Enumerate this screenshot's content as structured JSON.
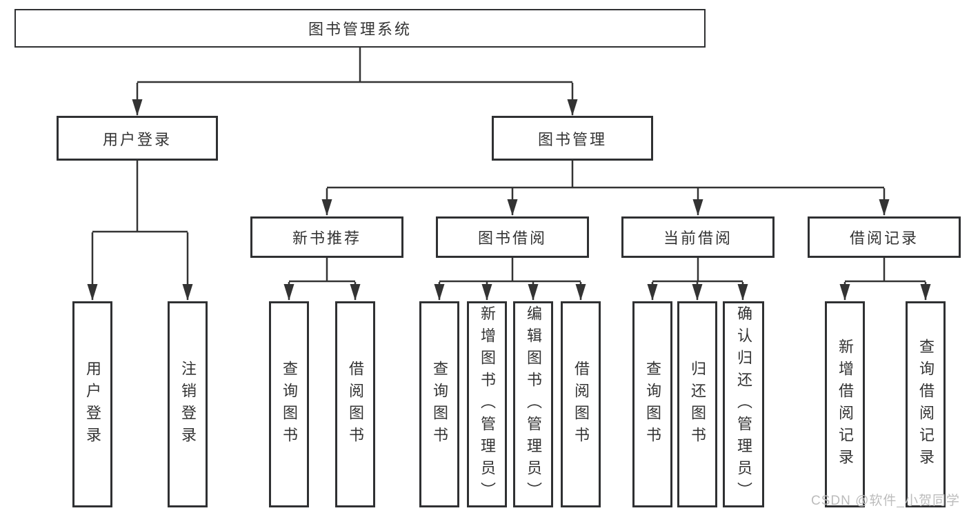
{
  "diagram": {
    "title": "图书管理系统",
    "root": {
      "label": "图书管理系统"
    },
    "level2": [
      {
        "label": "用户登录"
      },
      {
        "label": "图书管理"
      }
    ],
    "level3": [
      {
        "label": "新书推荐",
        "parent": "图书管理"
      },
      {
        "label": "图书借阅",
        "parent": "图书管理"
      },
      {
        "label": "当前借阅",
        "parent": "图书管理"
      },
      {
        "label": "借阅记录",
        "parent": "图书管理"
      }
    ],
    "leaves": [
      {
        "label": "用户登录",
        "parent": "用户登录"
      },
      {
        "label": "注销登录",
        "parent": "用户登录"
      },
      {
        "label": "查询图书",
        "parent": "新书推荐"
      },
      {
        "label": "借阅图书",
        "parent": "新书推荐"
      },
      {
        "label": "查询图书",
        "parent": "图书借阅"
      },
      {
        "label": "新增图书（管理员）",
        "parent": "图书借阅"
      },
      {
        "label": "编辑图书（管理员）",
        "parent": "图书借阅"
      },
      {
        "label": "借阅图书",
        "parent": "图书借阅"
      },
      {
        "label": "查询图书",
        "parent": "当前借阅"
      },
      {
        "label": "归还图书",
        "parent": "当前借阅"
      },
      {
        "label": "确认归还（管理员）",
        "parent": "当前借阅"
      },
      {
        "label": "新增借阅记录",
        "parent": "借阅记录"
      },
      {
        "label": "查询借阅记录",
        "parent": "借阅记录"
      }
    ]
  },
  "watermark": {
    "text": "CSDN @软件_小贺同学"
  },
  "colors": {
    "line": "#333333",
    "box_border": "#2f3032",
    "box_fill": "#ffffff",
    "text": "#333333",
    "watermark": "#bcbcbc",
    "background": "#ffffff"
  }
}
